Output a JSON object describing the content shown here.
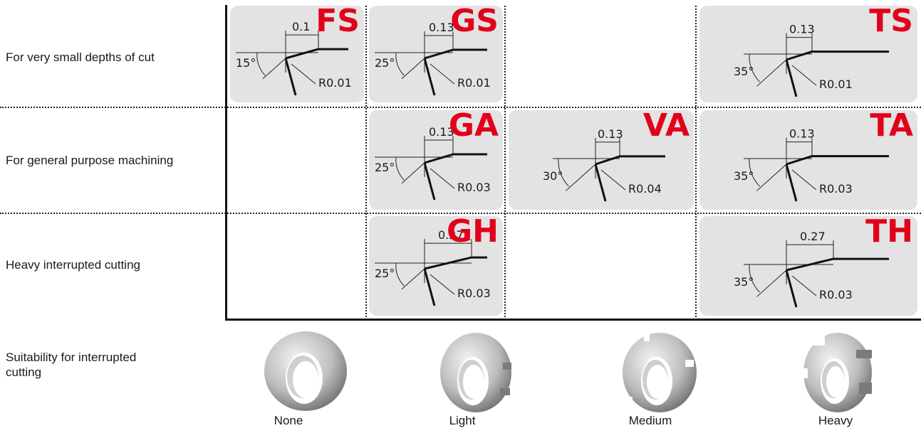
{
  "rows": [
    "For very small depths of cut",
    "For general purpose machining",
    "Heavy interrupted cutting"
  ],
  "suitability_label": "Suitability for interrupted cutting",
  "suitability_levels": [
    "None",
    "Light",
    "Medium",
    "Heavy"
  ],
  "cells": {
    "FS": {
      "code": "FS",
      "width": "0.1",
      "angle": "15°",
      "radius": "R0.01"
    },
    "GS": {
      "code": "GS",
      "width": "0.13",
      "angle": "25°",
      "radius": "R0.01"
    },
    "TS": {
      "code": "TS",
      "width": "0.13",
      "angle": "35°",
      "radius": "R0.01"
    },
    "GA": {
      "code": "GA",
      "width": "0.13",
      "angle": "25°",
      "radius": "R0.03"
    },
    "VA": {
      "code": "VA",
      "width": "0.13",
      "angle": "30°",
      "radius": "R0.04"
    },
    "TA": {
      "code": "TA",
      "width": "0.13",
      "angle": "35°",
      "radius": "R0.03"
    },
    "GH": {
      "code": "GH",
      "width": "0.27",
      "angle": "25°",
      "radius": "R0.03"
    },
    "TH": {
      "code": "TH",
      "width": "0.27",
      "angle": "35°",
      "radius": "R0.03"
    }
  },
  "colors": {
    "code_red": "#e2001a",
    "cell_gray": "#e3e3e3"
  }
}
